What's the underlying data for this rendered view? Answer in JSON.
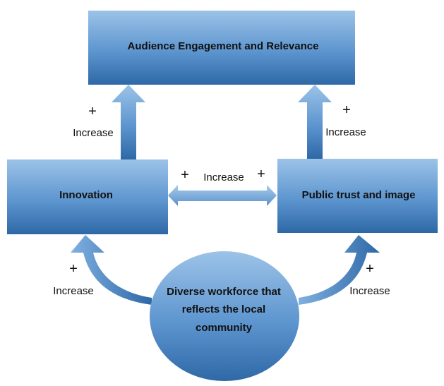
{
  "nodes": {
    "top": "Audience Engagement and Relevance",
    "left": "Innovation",
    "right": "Public trust and image",
    "center": [
      "Diverse workforce that",
      "reflects the local",
      "community"
    ]
  },
  "labels": {
    "plus": "+",
    "increase": "Increase"
  },
  "colors": {
    "light": "#9cc3e8",
    "dark": "#2e68a6"
  }
}
